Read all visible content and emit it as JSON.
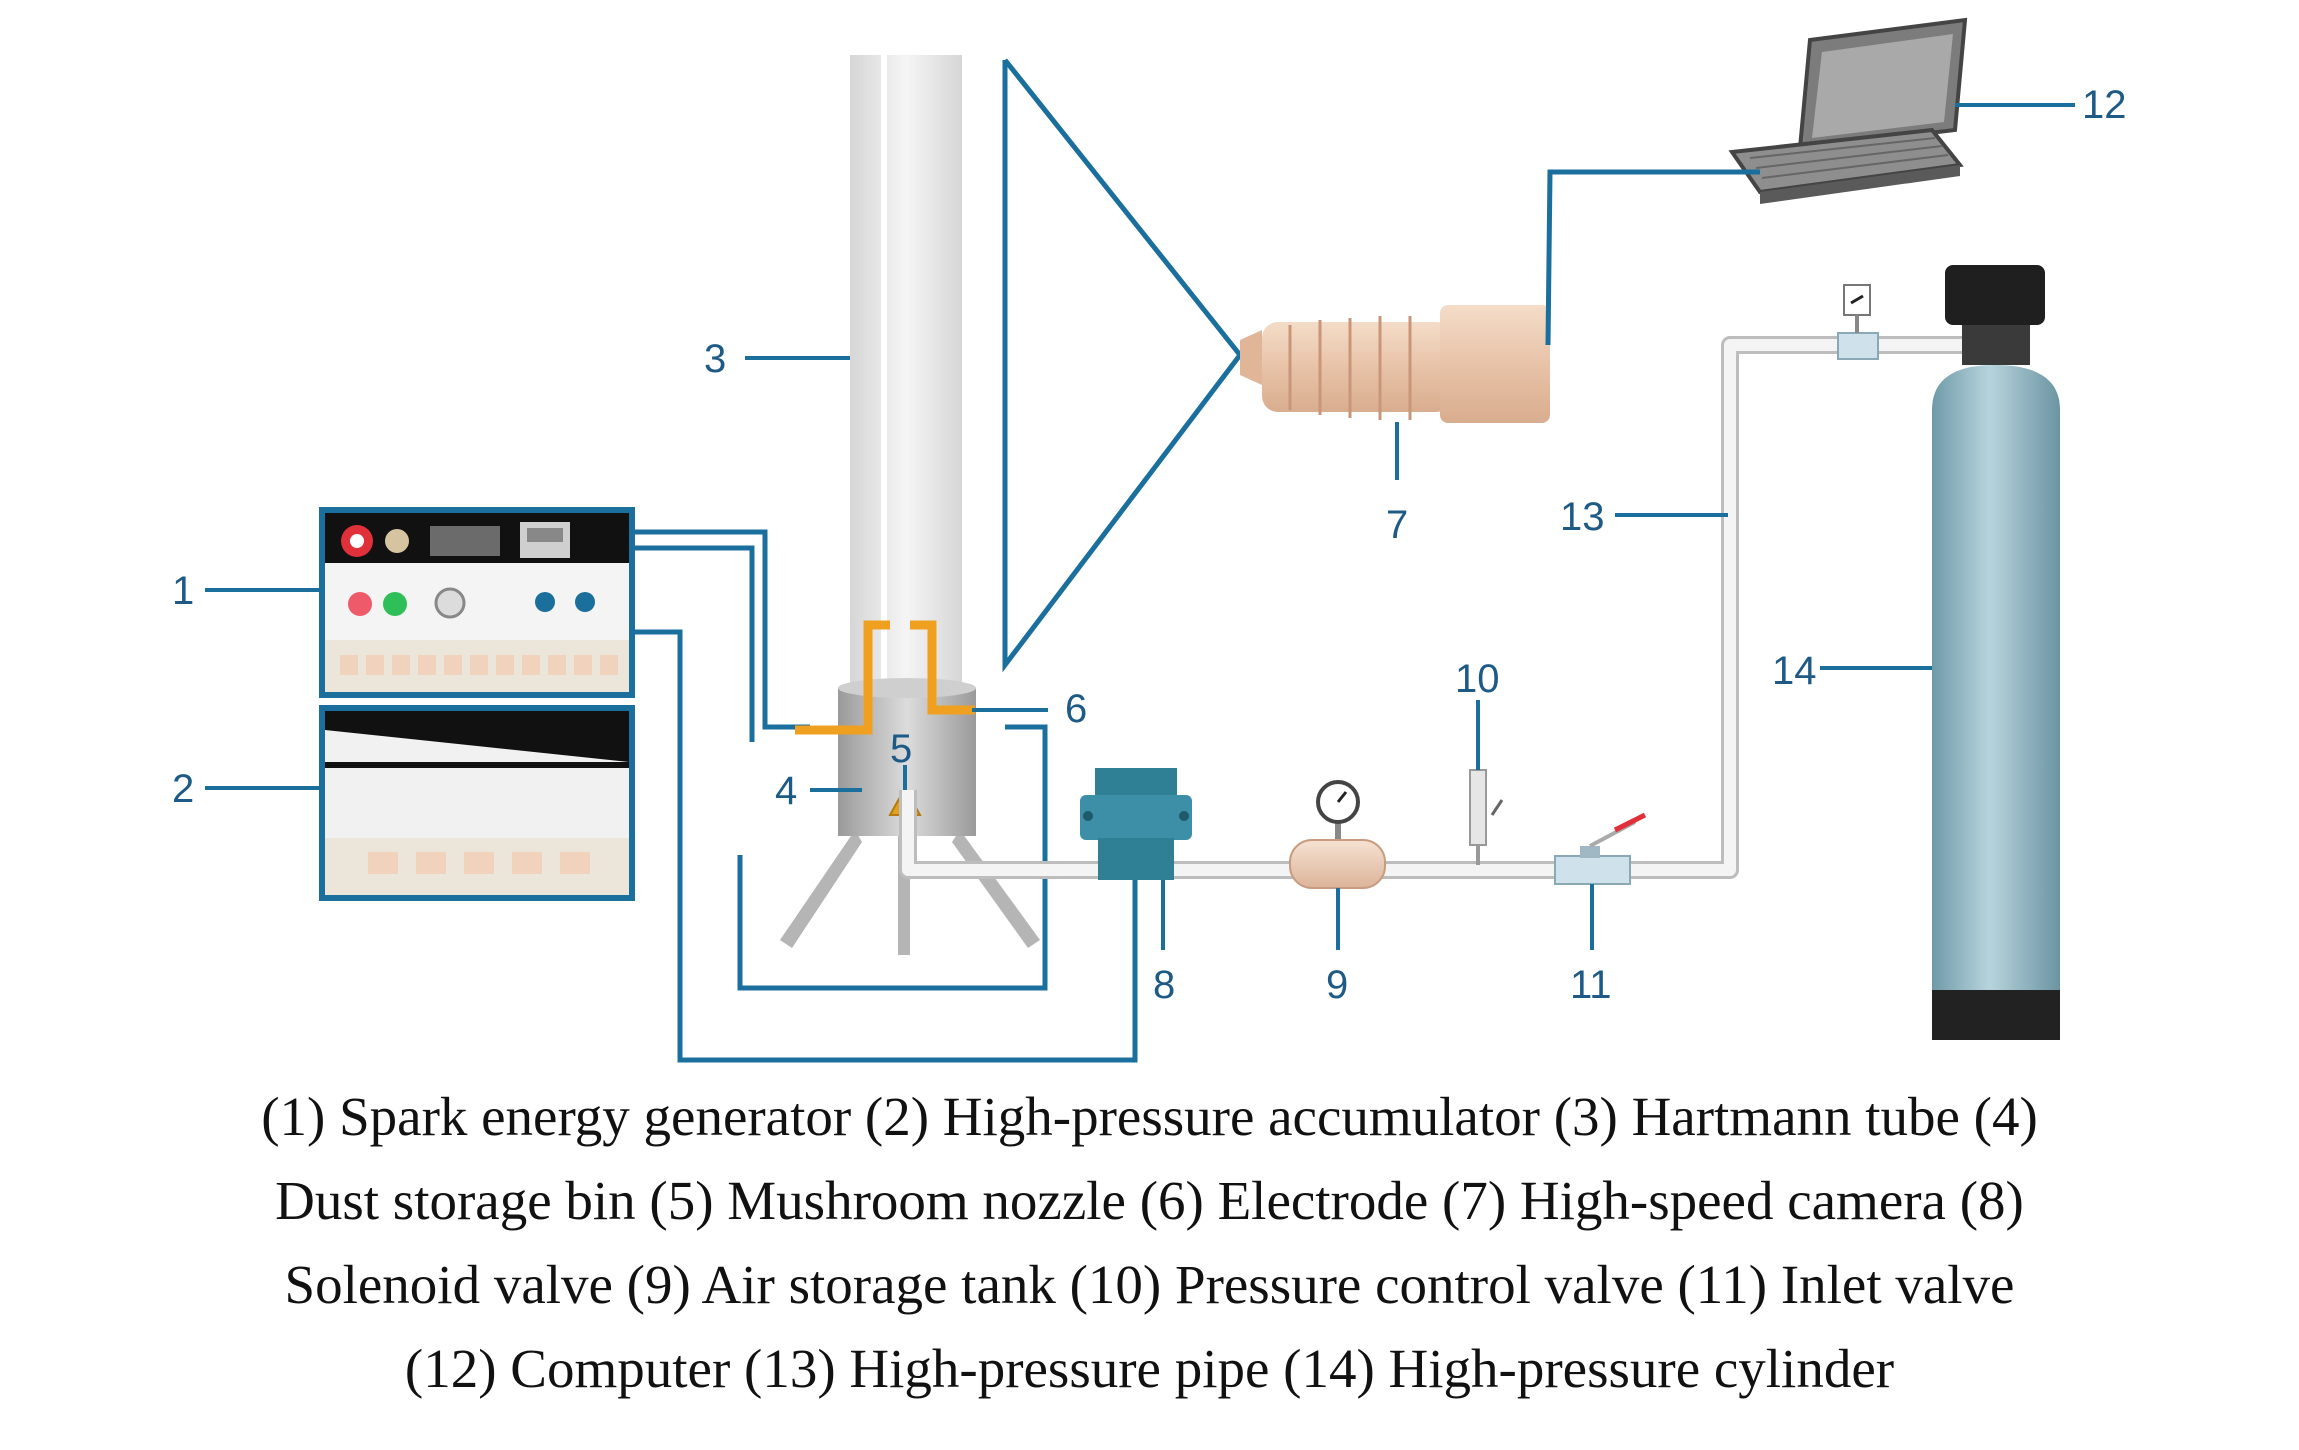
{
  "labels": {
    "l1": "1",
    "l2": "2",
    "l3": "3",
    "l4": "4",
    "l5": "5",
    "l6": "6",
    "l7": "7",
    "l8": "8",
    "l9": "9",
    "l10": "10",
    "l11": "11",
    "l12": "12",
    "l13": "13",
    "l14": "14"
  },
  "caption": {
    "lines": [
      "(1) Spark energy generator (2) High-pressure accumulator (3) Hartmann tube (4)",
      "Dust storage bin (5) Mushroom nozzle (6) Electrode (7) High-speed camera (8)",
      "Solenoid valve (9) Air storage tank (10) Pressure control valve (11) Inlet valve",
      "(12) Computer (13) High-pressure pipe (14) High-pressure cylinder"
    ]
  },
  "colors": {
    "wire": "#1b6f9c",
    "label": "#1e5a86",
    "electrode": "#f0a020",
    "cylinder": "#8fb5c2",
    "camera": "#e9c6ad",
    "tube": "#e4e4e4"
  }
}
